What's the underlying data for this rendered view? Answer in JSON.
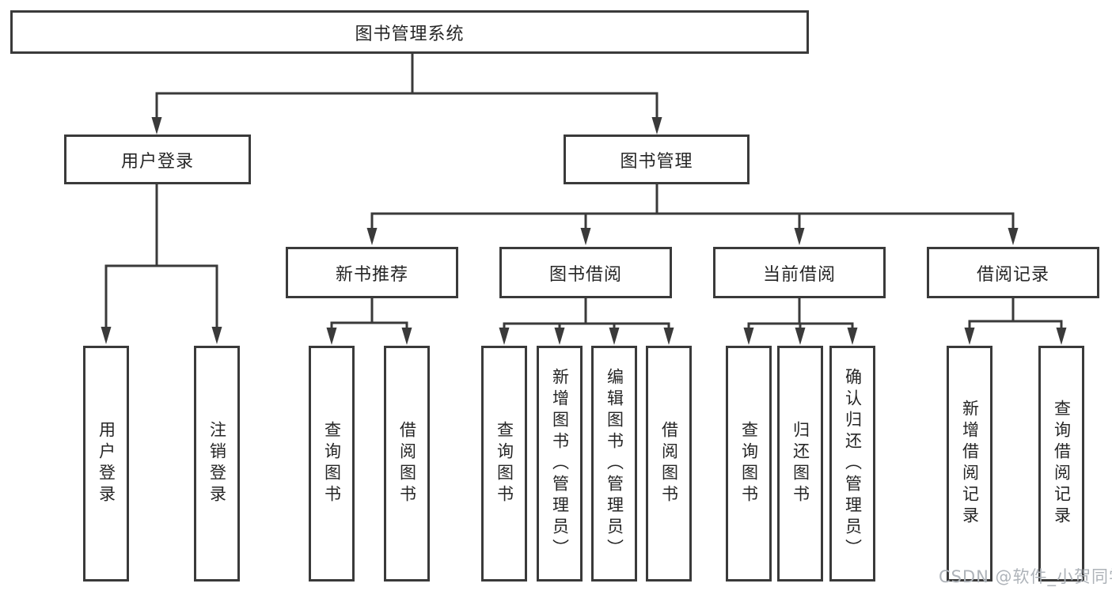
{
  "nodes": {
    "root": "图书管理系统",
    "login": {
      "label": "用户登录",
      "children": [
        "用户登录",
        "注销登录"
      ]
    },
    "mgmt": {
      "label": "图书管理",
      "groups": [
        {
          "label": "新书推荐",
          "children": [
            "查询图书",
            "借阅图书"
          ]
        },
        {
          "label": "图书借阅",
          "children": [
            "查询图书",
            "新增图书（管理员）",
            "编辑图书（管理员）",
            "借阅图书"
          ]
        },
        {
          "label": "当前借阅",
          "children": [
            "查询图书",
            "归还图书",
            "确认归还（管理员）"
          ]
        },
        {
          "label": "借阅记录",
          "children": [
            "新增借阅记录",
            "查询借阅记录"
          ]
        }
      ]
    }
  },
  "watermark": "CSDN @软件_小贺同学",
  "colors": {
    "line": "#3a3a3a",
    "box_border": "#3a3a3a",
    "text": "#262626",
    "watermark": "#aeb3b9",
    "background": "#ffffff"
  }
}
